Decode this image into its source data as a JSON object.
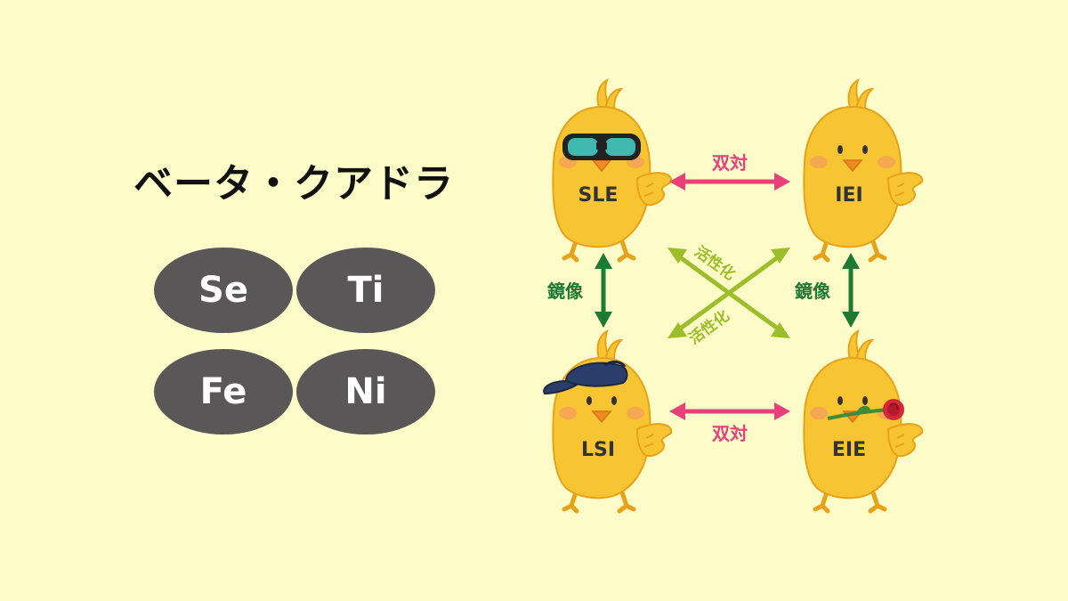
{
  "title": "ベータ・クアドラ",
  "functions": [
    "Se",
    "Ti",
    "Fe",
    "Ni"
  ],
  "types": {
    "top_left": "SLE",
    "top_right": "IEI",
    "bottom_left": "LSI",
    "bottom_right": "EIE"
  },
  "relations": {
    "dual": "双対",
    "mirror": "鏡像",
    "activation": "活性化"
  },
  "colors": {
    "background": "#FDFBC8",
    "pill": "#595757",
    "chick": "#F7C531",
    "dual_arrow": "#E8407A",
    "mirror_arrow": "#1E7A32",
    "activation_arrow": "#9BBE2A"
  }
}
